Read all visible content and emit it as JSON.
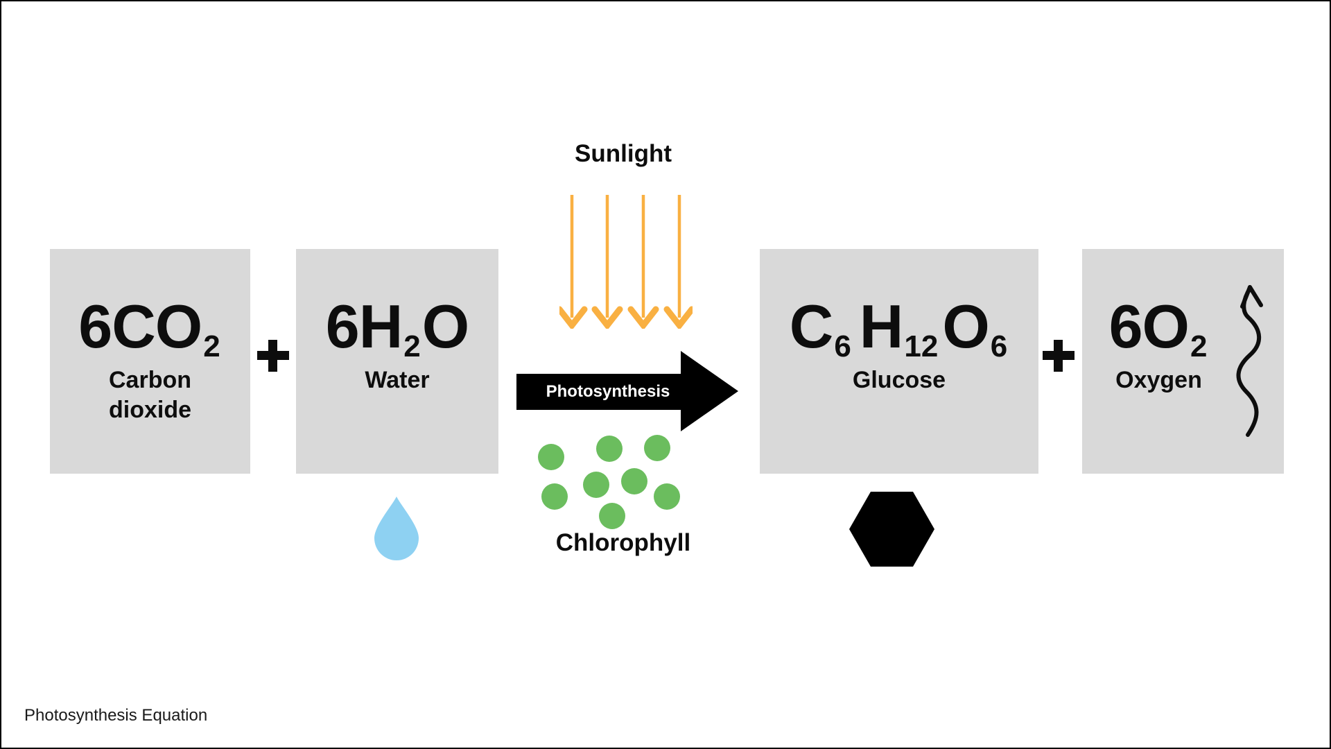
{
  "colors": {
    "box_gray": "#D9D9D9",
    "sunlight_orange": "#F9B042",
    "chlorophyll_green": "#6BBD5E",
    "water_blue": "#8ED1F2",
    "arrow_black": "#000000",
    "text_black": "#0D0D0D",
    "arrow_label_white": "#FFFFFF"
  },
  "sunlight": {
    "label": "Sunlight",
    "ray_count": 4
  },
  "process_arrow": {
    "label": "Photosynthesis"
  },
  "chlorophyll": {
    "label": "Chlorophyll",
    "dot_count": 8
  },
  "equation": {
    "operator": "+",
    "reactants": [
      {
        "formula": "6CO2",
        "parts": {
          "main": "6CO",
          "sub": "2"
        },
        "label": "Carbon dioxide"
      },
      {
        "formula": "6H2O",
        "parts": {
          "main1": "6H",
          "sub1": "2",
          "main2": "O"
        },
        "label": "Water"
      }
    ],
    "products": [
      {
        "formula": "C6H12O6",
        "parts": {
          "m1": "C",
          "s1": "6",
          "m2": "H",
          "s2": "12",
          "m3": "O",
          "s3": "6"
        },
        "label": "Glucose"
      },
      {
        "formula": "6O2",
        "parts": {
          "main": "6O",
          "sub": "2"
        },
        "label": "Oxygen"
      }
    ]
  },
  "icons": {
    "sunlight_rays": "four orange downward arrows",
    "water_droplet": "light-blue teardrop",
    "glucose_hexagon": "black hexagon",
    "oxygen_release": "wavy upward arrow"
  },
  "footer": {
    "caption": "Photosynthesis Equation"
  }
}
